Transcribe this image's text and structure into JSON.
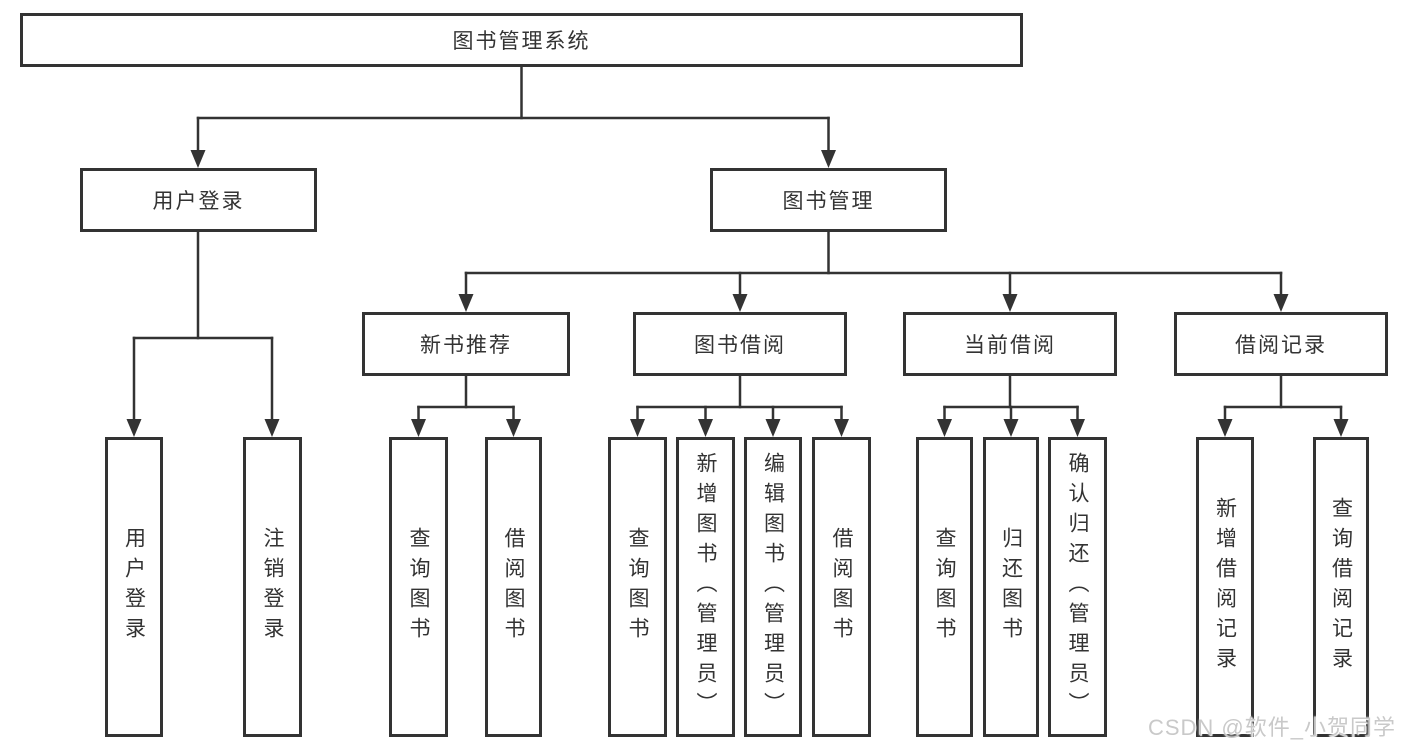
{
  "diagram": {
    "root": {
      "label": "图书管理系统"
    },
    "children": [
      {
        "label": "用户登录",
        "children": [
          {
            "label": "用户登录"
          },
          {
            "label": "注销登录"
          }
        ]
      },
      {
        "label": "图书管理",
        "children": [
          {
            "label": "新书推荐",
            "children": [
              {
                "label": "查询图书"
              },
              {
                "label": "借阅图书"
              }
            ]
          },
          {
            "label": "图书借阅",
            "children": [
              {
                "label": "查询图书"
              },
              {
                "label": "新增图书（管理员）"
              },
              {
                "label": "编辑图书（管理员）"
              },
              {
                "label": "借阅图书"
              }
            ]
          },
          {
            "label": "当前借阅",
            "children": [
              {
                "label": "查询图书"
              },
              {
                "label": "归还图书"
              },
              {
                "label": "确认归还（管理员）"
              }
            ]
          },
          {
            "label": "借阅记录",
            "children": [
              {
                "label": "新增借阅记录"
              },
              {
                "label": "查询借阅记录"
              }
            ]
          }
        ]
      }
    ]
  },
  "watermark": {
    "text": "CSDN @软件_小贺同学"
  },
  "colors": {
    "line": "#333333",
    "box_border": "#333333",
    "box_background": "#ffffff",
    "text": "#333333",
    "watermark": "#c9c9c9",
    "background": "#ffffff"
  }
}
